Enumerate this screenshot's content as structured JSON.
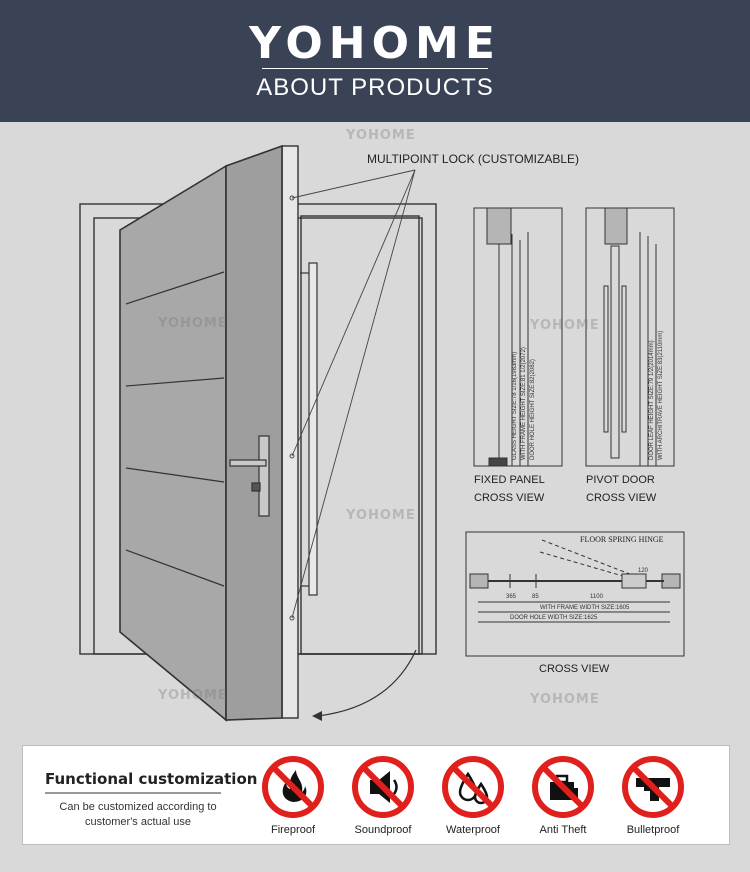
{
  "header": {
    "brand": "YOHOME",
    "subtitle": "ABOUT PRODUCTS"
  },
  "watermark": {
    "brand": "YOHOME"
  },
  "drawing": {
    "lock_label": "MULTIPOINT LOCK (CUSTOMIZABLE)",
    "fixed_panel": {
      "line1": "FIXED PANEL",
      "line2": "CROSS VIEW"
    },
    "pivot_door": {
      "line1": "PIVOT DOOR",
      "line2": "CROSS VIEW"
    },
    "plan_caption": "CROSS VIEW",
    "floor_hinge_label": "FLOOR SPRING HINGE",
    "fixed_dims": [
      "GLASS HEIGHT SIZE:78 1/16(1983mm)",
      "WITH FRAME HEIGHT SIZE:81 1/2(2072)",
      "DOOR HOLE HEIGHT SIZE:82(2082)"
    ],
    "pivot_dims": [
      "DOOR LEAF HEIGHT SIZE:79 1/2(2014mm)",
      "WITH ARCHITRAVE HEIGHT SIZE:83(2110mm)"
    ],
    "plan_dims": {
      "d1": "120",
      "d2": "365",
      "d3": "85",
      "d4": "1100",
      "frame_width": "WITH FRAME WIDTH SIZE:1605",
      "hole_width": "DOOR HOLE WIDTH SIZE:1625"
    }
  },
  "features": {
    "title": "Functional customization",
    "description": "Can be customized according to customer's actual use",
    "items": [
      {
        "label": "Fireproof",
        "icon": "fire-icon"
      },
      {
        "label": "Soundproof",
        "icon": "speaker-icon"
      },
      {
        "label": "Waterproof",
        "icon": "water-drops-icon"
      },
      {
        "label": "Anti Theft",
        "icon": "bag-icon"
      },
      {
        "label": "Bulletproof",
        "icon": "pistol-icon"
      }
    ],
    "prohibition_color": "#e0201c"
  }
}
